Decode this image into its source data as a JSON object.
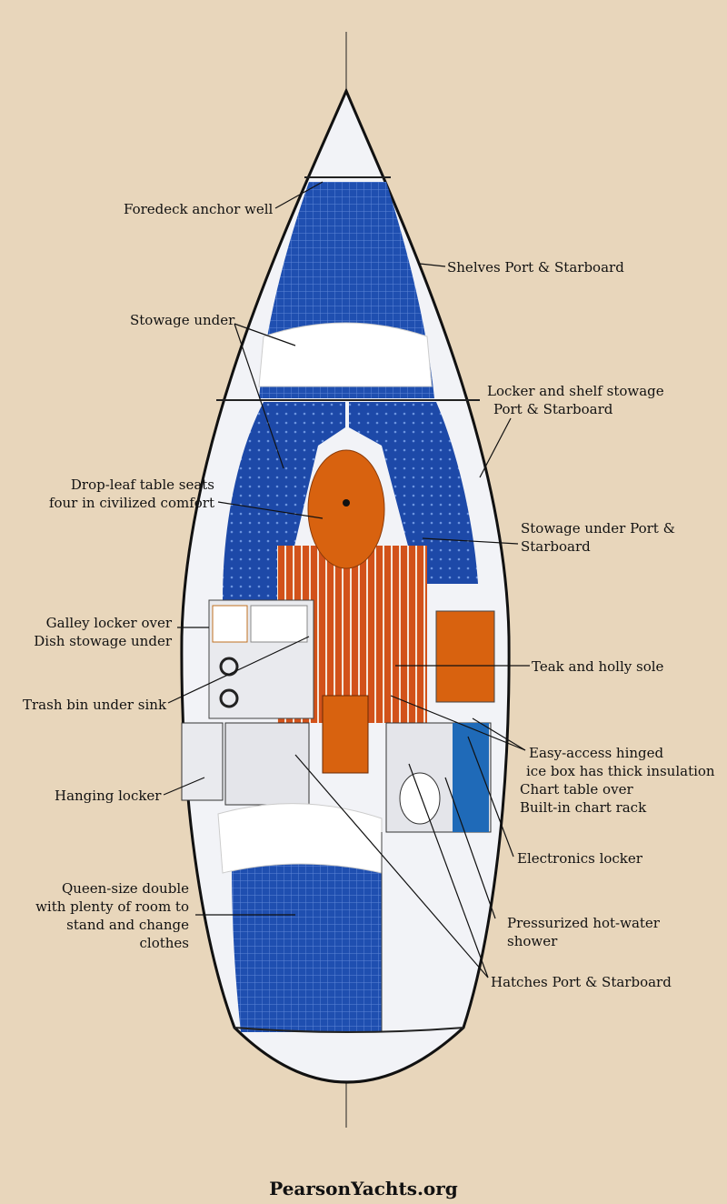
{
  "labels": {
    "anchor_well": "Foredeck anchor well",
    "shelves": "Shelves Port & Starboard",
    "stowage_under": "Stowage under",
    "locker_shelf_1": "Locker and shelf stowage",
    "locker_shelf_2": "Port & Starboard",
    "table_1": "Drop-leaf table seats",
    "table_2": "four in civilized comfort",
    "stowage_ps_1": "Stowage under Port &",
    "stowage_ps_2": "Starboard",
    "galley_1": "Galley locker over",
    "galley_2": "Dish stowage under",
    "sole": "Teak and holly sole",
    "trash": "Trash bin under sink",
    "icebox_1": "Easy-access hinged",
    "icebox_2": "ice box has thick insulation",
    "chart_1": "Chart table over",
    "chart_2": "Built-in chart rack",
    "hanging": "Hanging locker",
    "electronics": "Electronics locker",
    "queen_1": "Queen-size double",
    "queen_2": "with plenty of room to",
    "queen_3": "stand and change",
    "queen_4": "clothes",
    "shower_1": "Pressurized hot-water",
    "shower_2": "shower",
    "hatches": "Hatches Port & Starboard"
  },
  "footer": "PearsonYachts.org",
  "colors": {
    "background": "#e8d6bb",
    "cushion_blue": "#1f4fb0",
    "teak": "#d2521a",
    "hull": "#f2f3f7"
  }
}
